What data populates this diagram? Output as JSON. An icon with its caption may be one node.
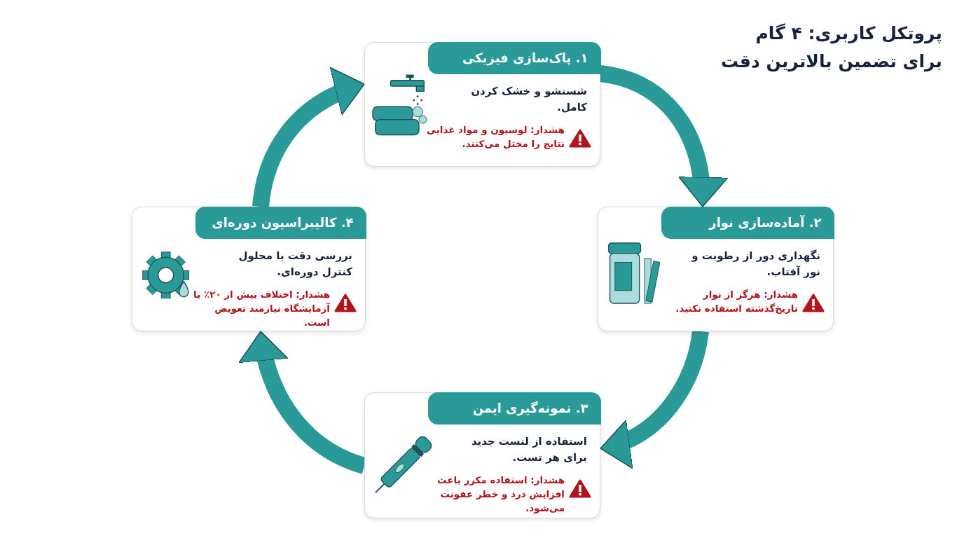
{
  "diagram": {
    "title": "پروتکل کاربری: ۴ گام برای تضمین بالاترین دقت",
    "nodes": [
      {
        "text": [
          "۱. پاک‌سازی فیزیکی",
          "شستشو و خشک کردن کامل.",
          "هشدار: لوسیون و مواد غذایی نتایج را مختل می‌کنند."
        ]
      },
      {
        "text": [
          "۲. آماده‌سازی نوار",
          "نگهداری دور از رطوبت و نور آفتاب.",
          "هشدار: هرگز از نوار تاریخ‌گذشته استفاده نکنید."
        ]
      },
      {
        "text": [
          "۳. نمونه‌گیری ایمن",
          "استفاده از لنست جدید برای هر تست.",
          "هشدار: استفاده مکرر باعث افزایش درد و خطر عفونت می‌شود."
        ]
      },
      {
        "text": [
          "۴. کالیبراسیون دوره‌ای",
          "بررسی دقت با محلول کنترل دوره‌ای.",
          "هشدار: اختلاف بیش از ۲۰٪ با آزمایشگاه نیازمند تعویض است."
        ]
      }
    ],
    "edges": [
      {
        "from": 0,
        "to": 1,
        "arrow": "to"
      },
      {
        "from": 1,
        "to": 2,
        "arrow": "to"
      },
      {
        "from": 2,
        "to": 3,
        "arrow": "to"
      },
      {
        "from": 3,
        "to": 0,
        "arrow": "to"
      }
    ]
  }
}
